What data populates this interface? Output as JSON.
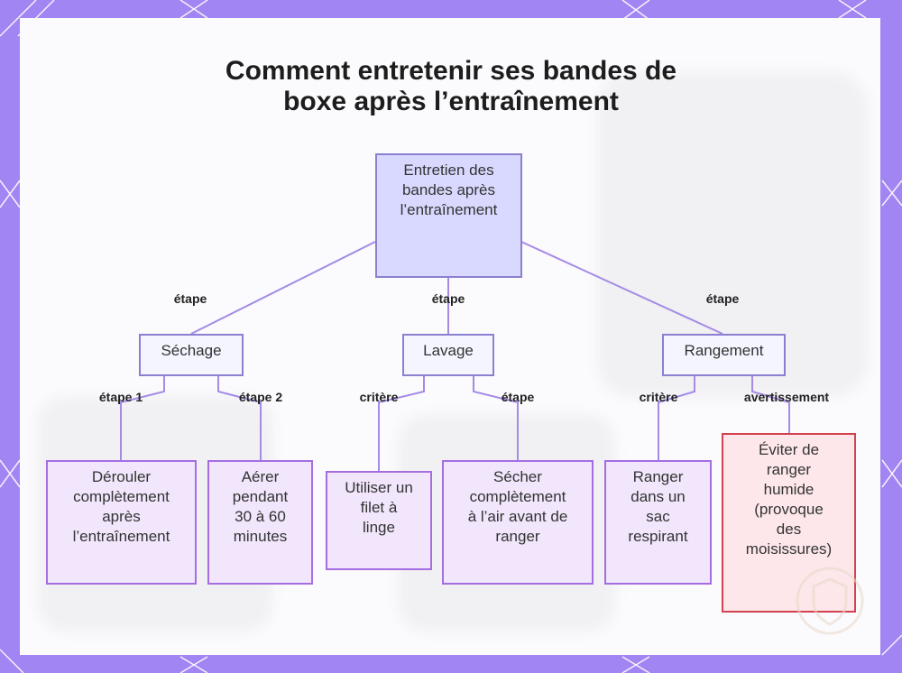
{
  "title_lines": [
    "Comment entretenir ses bandes de",
    "boxe après l’entraînement"
  ],
  "root": {
    "label": "Entretien des\nbandes après\nl’entraînement"
  },
  "categories": [
    {
      "label": "Séchage"
    },
    {
      "label": "Lavage"
    },
    {
      "label": "Rangement"
    }
  ],
  "leaves": [
    {
      "label": "Dérouler\ncomplètement\naprès\nl’entraînement"
    },
    {
      "label": "Aérer\npendant\n30 à 60\nminutes"
    },
    {
      "label": "Utiliser un\nfilet à\nlinge"
    },
    {
      "label": "Sécher\ncomplètement\nà l’air avant de\nranger"
    },
    {
      "label": "Ranger\ndans un\nsac\nrespirant"
    },
    {
      "label": "Éviter de\nranger\nhumide\n(provoque\ndes\nmoisissures)"
    }
  ],
  "edge_labels": {
    "root_to_cat": [
      "étape",
      "étape",
      "étape"
    ],
    "cat_to_leaf": [
      "étape 1",
      "étape 2",
      "critère",
      "étape",
      "critère",
      "avertissement"
    ]
  },
  "colors": {
    "frame": "#a185f2",
    "root_fill": "#d9d9ff",
    "category_fill": "#f4f5ff",
    "leaf_fill": "#f1e6fb",
    "warning_fill": "#fde7ea",
    "warning_border": "#d2424f",
    "edge": "#a58be6"
  }
}
